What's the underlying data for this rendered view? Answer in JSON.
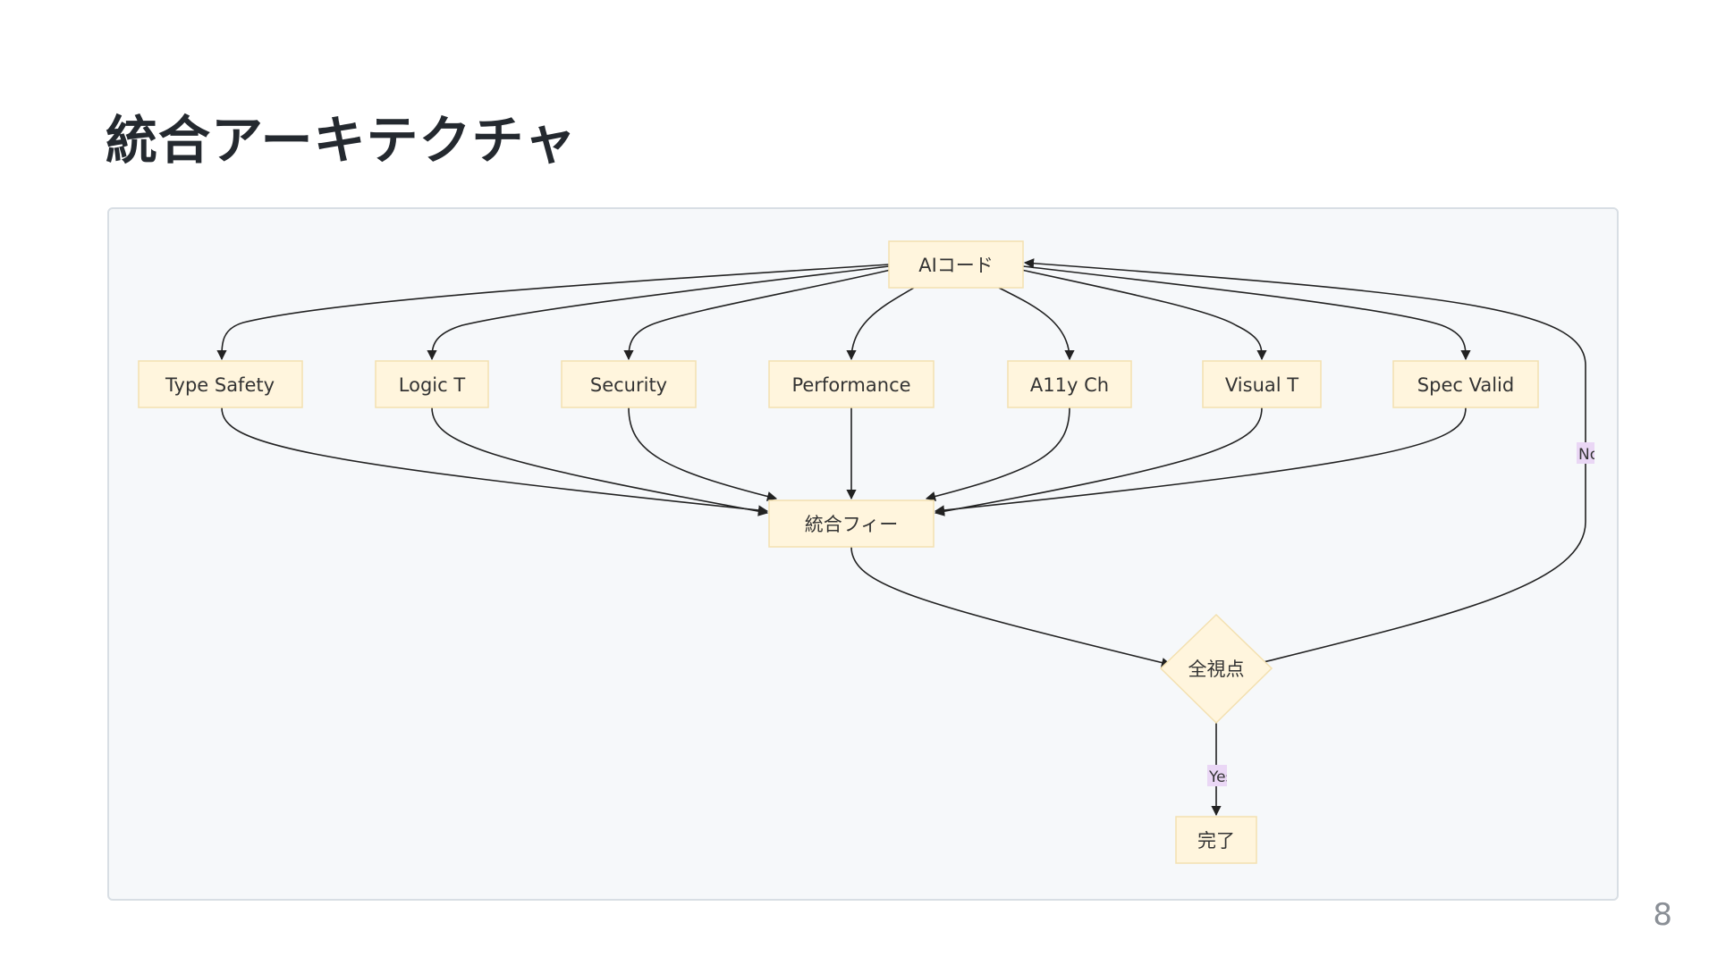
{
  "slide": {
    "title": "統合アーキテクチャ",
    "page_number": "8"
  },
  "diagram": {
    "nodes": {
      "ai_code": "AIコード",
      "type_safety": "Type Safety",
      "logic": "Logic T",
      "security": "Security",
      "performance": "Performance",
      "a11y": "A11y Ch",
      "visual": "Visual T",
      "spec": "Spec Valid",
      "feedback": "統合フィー",
      "decision": "全視点",
      "done": "完了"
    },
    "edge_labels": {
      "no": "No",
      "yes": "Yes"
    },
    "colors": {
      "node_fill": "#fff5dd",
      "node_stroke": "#f3e0b0",
      "edge": "#222222",
      "label_bg": "#ead7f5",
      "panel_bg": "#f6f8fa"
    }
  }
}
